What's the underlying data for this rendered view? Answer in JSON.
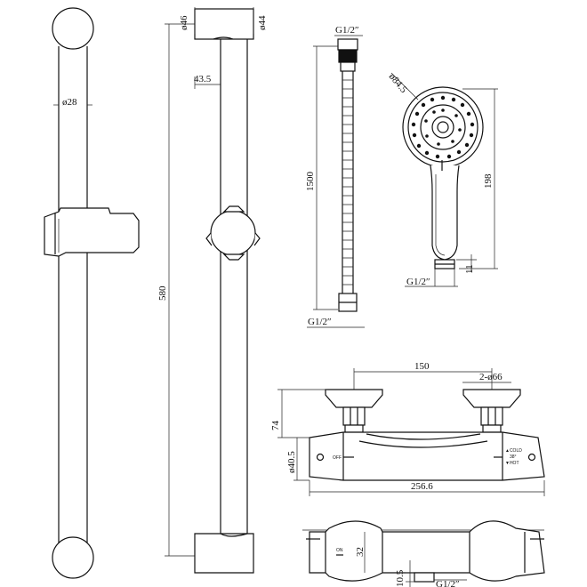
{
  "rail": {
    "dia_ball": "ø28",
    "length": "580"
  },
  "bracket": {
    "dia_top_left": "ø46",
    "dia_top_right": "ø44",
    "offset": "43.5"
  },
  "hose": {
    "top_thread": "G1/2″",
    "length": "1500",
    "bottom_thread": "G1/2″"
  },
  "handset": {
    "dia_head": "ø84.5",
    "length": "198",
    "neck": "11",
    "thread": "G1/2″"
  },
  "mixer_front": {
    "centers": "150",
    "flange_dia": "2-ø66",
    "height": "74",
    "body_dia": "ø40.5",
    "width": "256.6",
    "off_label": "OFF",
    "cold_label": "▲COLD",
    "temp_label": "38°",
    "hot_label": "▼HOT"
  },
  "mixer_bottom": {
    "depth": "32",
    "on_label": "ON",
    "outlet_height": "10.5",
    "outlet_thread": "G1/2″"
  }
}
